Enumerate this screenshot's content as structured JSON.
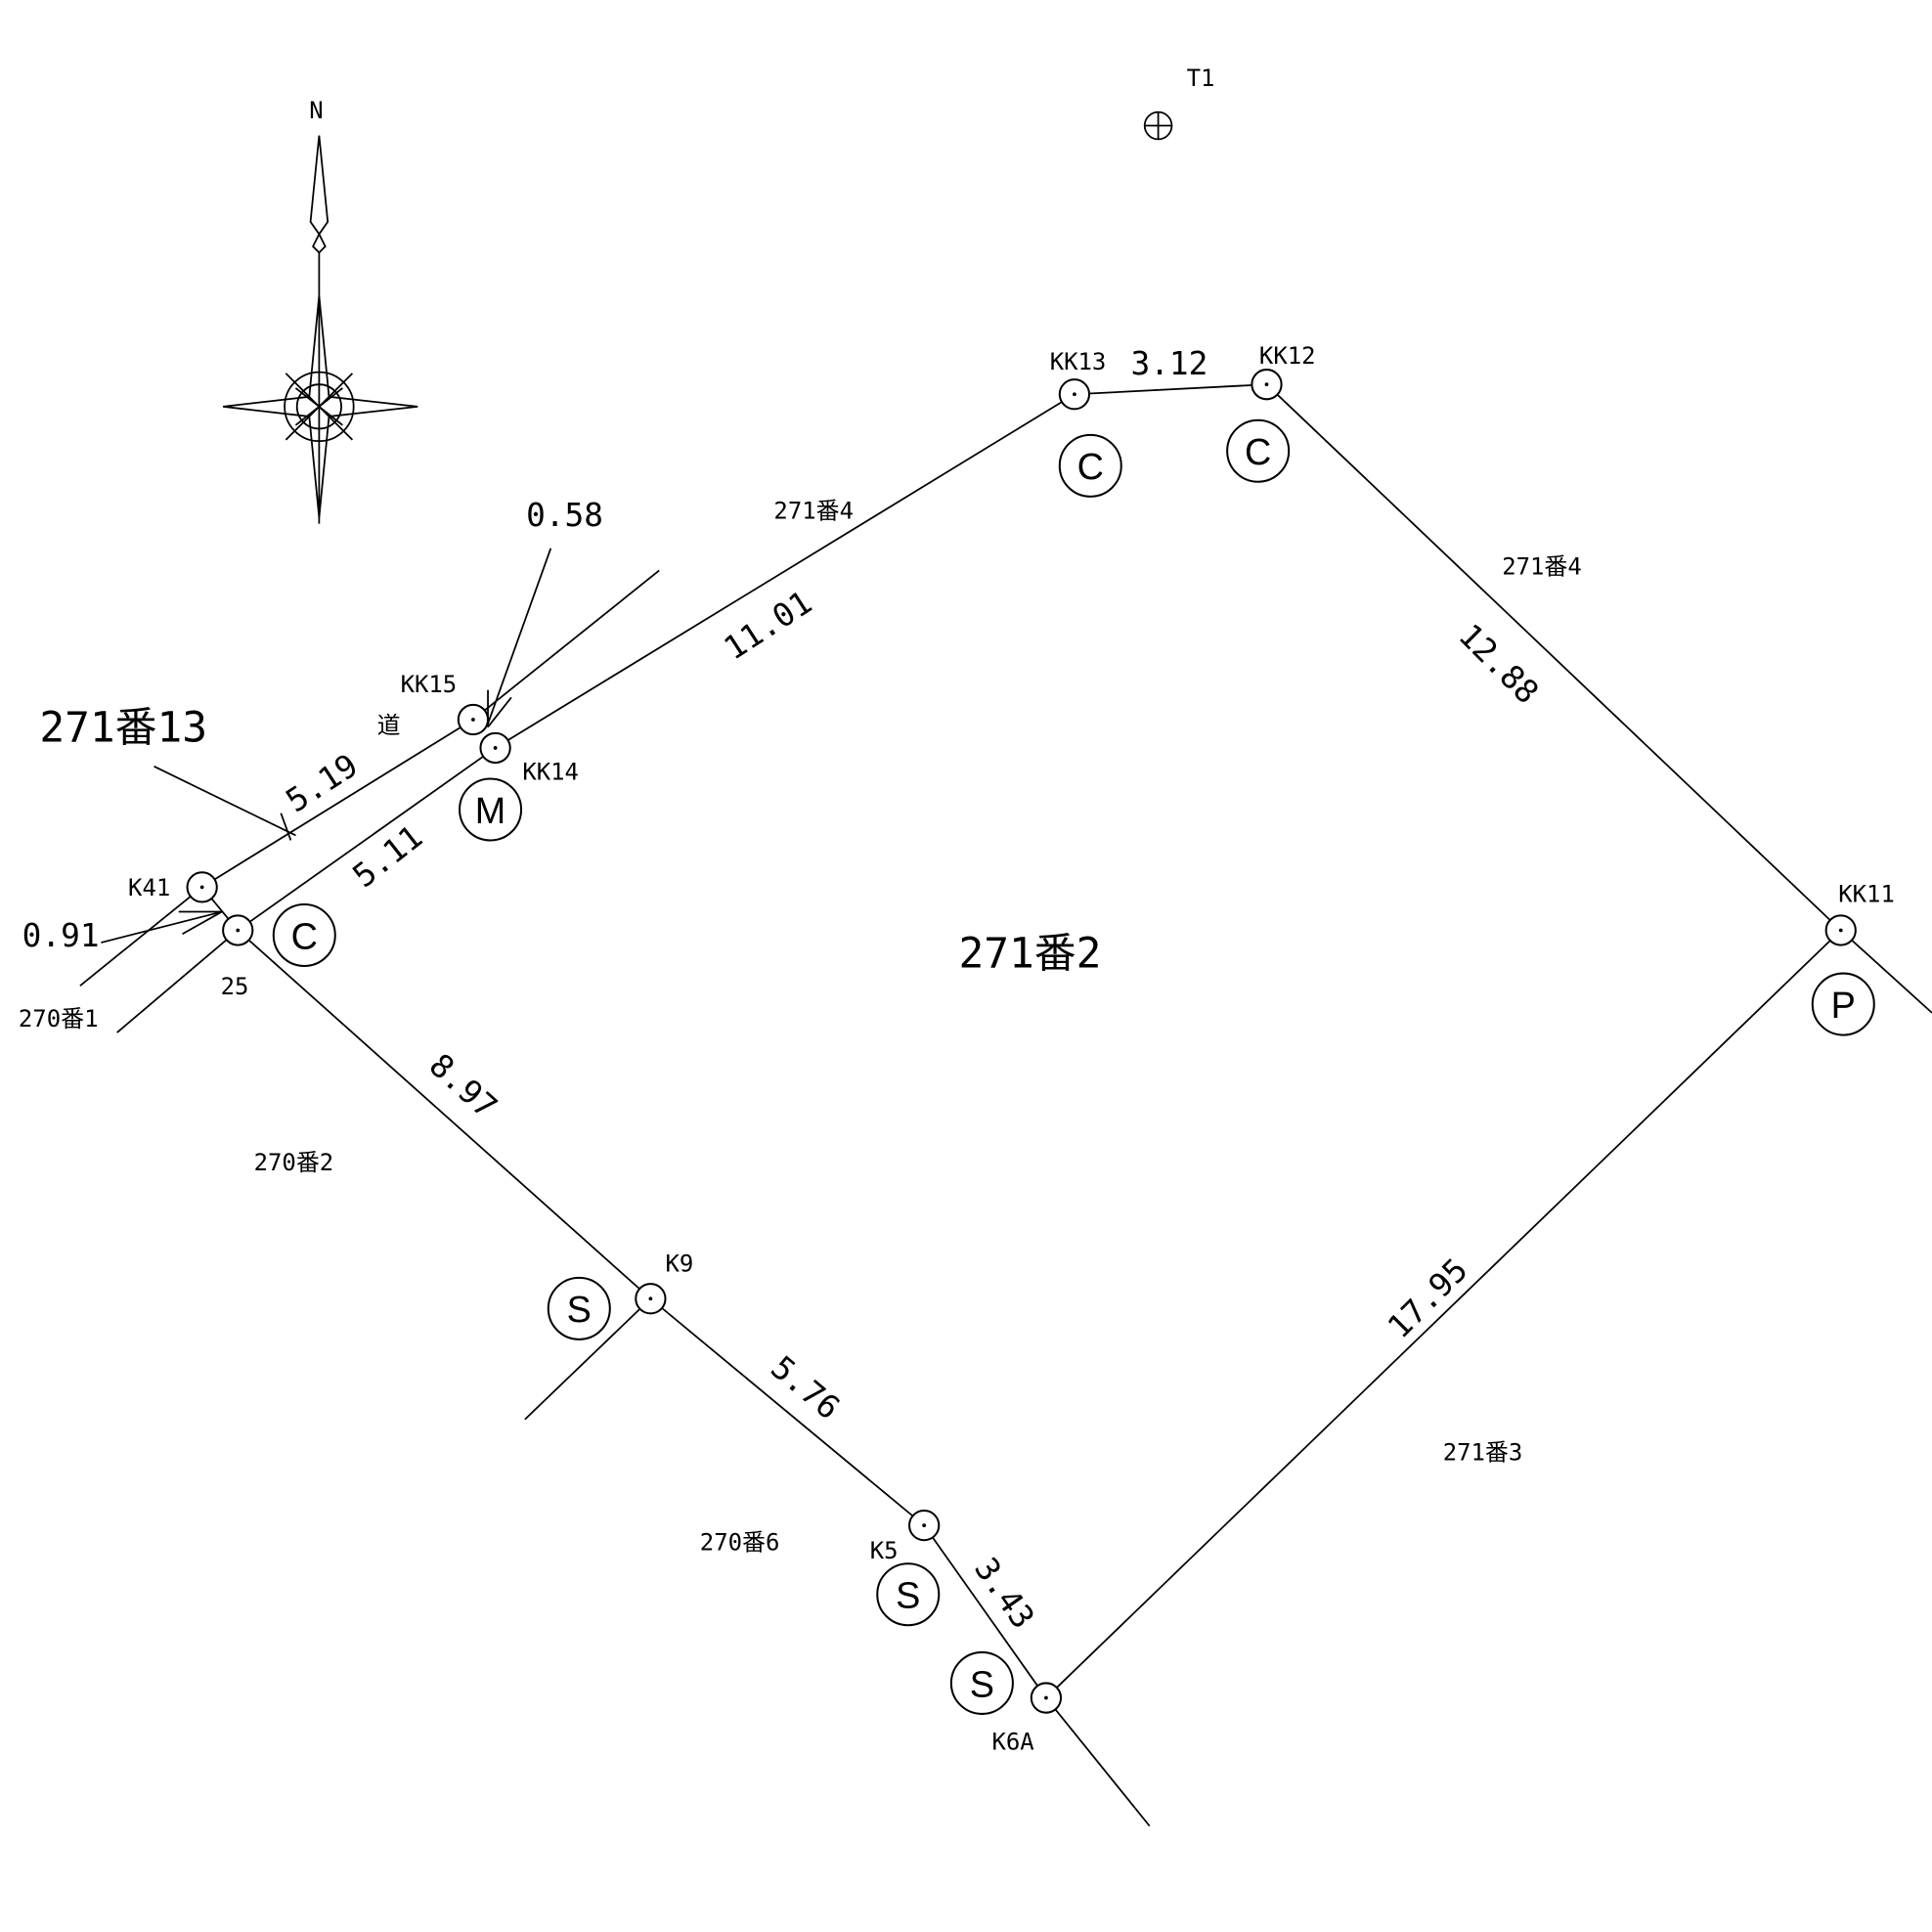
{
  "north_label": "N",
  "benchmark": "T1",
  "parcels": {
    "main": "271番2",
    "road_side": "271番13",
    "north_a": "271番4",
    "north_b": "271番4",
    "south_east": "271番3",
    "west_1": "270番1",
    "west_2": "270番2",
    "south_west": "270番6",
    "road": "道"
  },
  "points": {
    "kk13": "KK13",
    "kk12": "KK12",
    "kk11": "KK11",
    "kk14": "KK14",
    "kk15": "KK15",
    "k41": "K41",
    "p25": "25",
    "k9": "K9",
    "k5": "K5",
    "k6a": "K6A"
  },
  "distances": {
    "kk13_kk12": "3.12",
    "kk14_kk13": "11.01",
    "kk12_kk11": "12.88",
    "kk11_k6a": "17.95",
    "k41_kk15": "5.19",
    "p25_kk14": "5.11",
    "p25_k9": "8.97",
    "k9_k5": "5.76",
    "k5_k6a": "3.43",
    "offset_kk15": "0.58",
    "offset_k41": "0.91"
  },
  "markers": {
    "kk13": "C",
    "kk12": "C",
    "kk14": "M",
    "p25": "C",
    "k9": "S",
    "k5": "S",
    "k6a": "S",
    "kk11": "P"
  }
}
